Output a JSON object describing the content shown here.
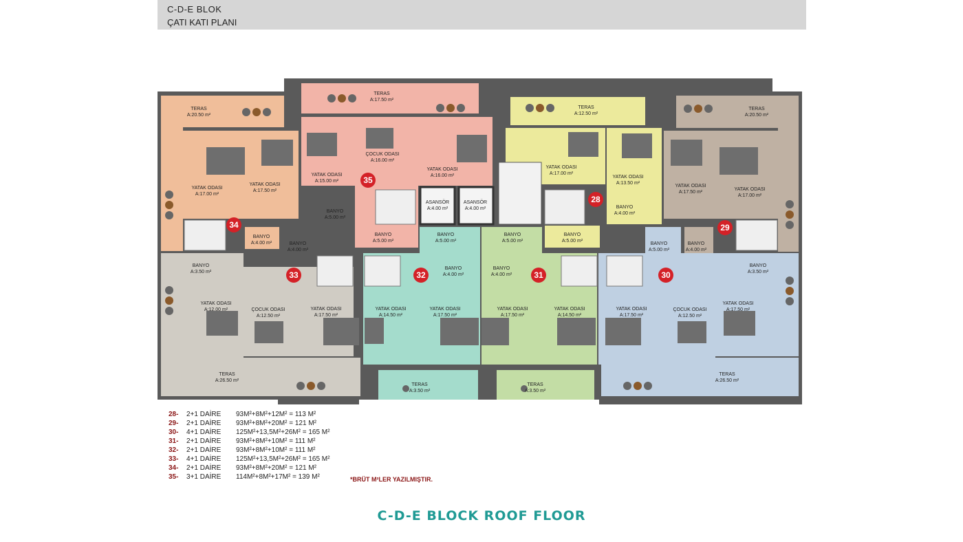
{
  "header": {
    "line1": "C-D-E    BLOK",
    "line2": "ÇATI KATI PLANI"
  },
  "rooms": [
    {
      "name": "TERAS",
      "area": "A:20.50 m²"
    },
    {
      "name": "TERAS",
      "area": "A:17.50 m²"
    },
    {
      "name": "TERAS",
      "area": "A:12.50 m²"
    },
    {
      "name": "TERAS",
      "area": "A:20.50 m²"
    },
    {
      "name": "YATAK ODASI",
      "area": "A:17.00 m²"
    },
    {
      "name": "YATAK ODASI",
      "area": "A:17.50 m²"
    },
    {
      "name": "YATAK ODASI",
      "area": "A:15.00 m²"
    },
    {
      "name": "ÇOCUK ODASI",
      "area": "A:16.00 m²"
    },
    {
      "name": "YATAK ODASI",
      "area": "A:16.00 m²"
    },
    {
      "name": "YATAK ODASI",
      "area": "A:17.00 m²"
    },
    {
      "name": "YATAK ODASI",
      "area": "A:13.50 m²"
    },
    {
      "name": "YATAK ODASI",
      "area": "A:17.50 m²"
    },
    {
      "name": "YATAK ODASI",
      "area": "A:17.00 m²"
    },
    {
      "name": "BANYO",
      "area": "A:5.00 m²"
    },
    {
      "name": "ASANSÖR",
      "area": "A:4.00 m²"
    },
    {
      "name": "ASANSÖR",
      "area": "A:4.00 m²"
    },
    {
      "name": "BANYO",
      "area": "A:4.00 m²"
    },
    {
      "name": "BANYO",
      "area": "A:4.00 m²"
    },
    {
      "name": "BANYO",
      "area": "A:5.00 m²"
    },
    {
      "name": "BANYO",
      "area": "A:5.00 m²"
    },
    {
      "name": "BANYO",
      "area": "A:5.00 m²"
    },
    {
      "name": "BANYO",
      "area": "A:5.00 m²"
    },
    {
      "name": "BANYO",
      "area": "A:4.00 m²"
    },
    {
      "name": "BANYO",
      "area": "A:5.00 m²"
    },
    {
      "name": "BANYO",
      "area": "A:4.00 m²"
    },
    {
      "name": "BANYO",
      "area": "A:3.50 m²"
    },
    {
      "name": "BANYO",
      "area": "A:4.00 m²"
    },
    {
      "name": "BANYO",
      "area": "A:4.00 m²"
    },
    {
      "name": "BANYO",
      "area": "A:3.50 m²"
    },
    {
      "name": "YATAK ODASI",
      "area": "A:12.00 m²"
    },
    {
      "name": "ÇOCUK ODASI",
      "area": "A:12.50 m²"
    },
    {
      "name": "YATAK ODASI",
      "area": "A:17.50 m²"
    },
    {
      "name": "YATAK ODASI",
      "area": "A:14.50 m²"
    },
    {
      "name": "YATAK ODASI",
      "area": "A:17.50 m²"
    },
    {
      "name": "YATAK ODASI",
      "area": "A:17.50 m²"
    },
    {
      "name": "YATAK ODASI",
      "area": "A:14.50 m²"
    },
    {
      "name": "YATAK ODASI",
      "area": "A:17.50 m²"
    },
    {
      "name": "ÇOCUK ODASI",
      "area": "A:12.50 m²"
    },
    {
      "name": "YATAK ODASI",
      "area": "A:17.50 m²"
    },
    {
      "name": "TERAS",
      "area": "A:26.50 m²"
    },
    {
      "name": "TERAS",
      "area": "A:3.50 m²"
    },
    {
      "name": "TERAS",
      "area": "A:3.50 m²"
    },
    {
      "name": "TERAS",
      "area": "A:26.50 m²"
    }
  ],
  "units": [
    "35",
    "34",
    "28",
    "29",
    "33",
    "32",
    "31",
    "30"
  ],
  "colors": {
    "orange": "#f0be9a",
    "pink": "#f2b4a8",
    "yellow": "#ecea9c",
    "taupe": "#bfb1a3",
    "grey": "#d0ccc4",
    "cyan": "#a4dccc",
    "green": "#c3dda5",
    "blue": "#bfd0e2",
    "wall": "#4a4a4a",
    "badge": "#d42127"
  },
  "legend": [
    {
      "no": "28-",
      "type": "2+1 DAİRE",
      "formula": "93M²+8M²+12M² = 113 M²"
    },
    {
      "no": "29-",
      "type": "2+1 DAİRE",
      "formula": "93M²+8M²+20M² = 121 M²"
    },
    {
      "no": "30-",
      "type": "4+1 DAİRE",
      "formula": "125M²+13,5M²+26M² = 165 M²"
    },
    {
      "no": "31-",
      "type": "2+1 DAİRE",
      "formula": "93M²+8M²+10M² = 111 M²"
    },
    {
      "no": "32-",
      "type": "2+1 DAİRE",
      "formula": "93M²+8M²+10M² = 111 M²"
    },
    {
      "no": "33-",
      "type": "4+1 DAİRE",
      "formula": "125M²+13,5M²+26M² = 165 M²"
    },
    {
      "no": "34-",
      "type": "2+1 DAİRE",
      "formula": "93M²+8M²+20M² = 121 M²"
    },
    {
      "no": "35-",
      "type": "3+1 DAİRE",
      "formula": "114M²+8M²+17M² = 139 M²"
    }
  ],
  "note": "*BRÜT M²LER YAZILMIŞTIR.",
  "title": "C-D-E BLOCK ROOF FLOOR"
}
